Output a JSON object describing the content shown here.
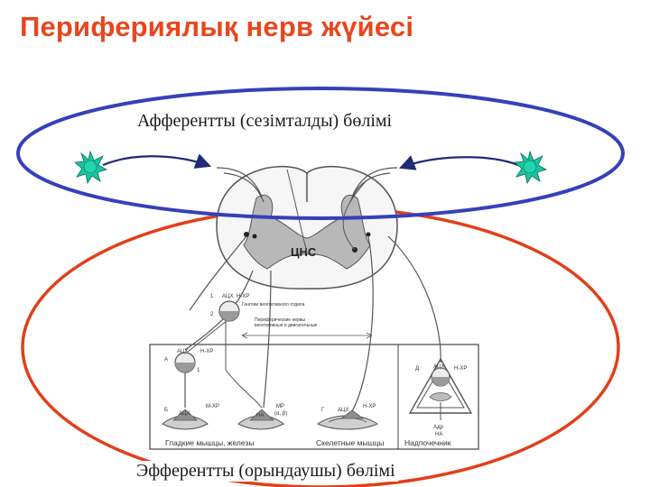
{
  "title": "Перифериялық нерв жүйесі",
  "afferent_label": "Афферентты (сезімталды) бөлімі",
  "efferent_label": "Эфферентты (орындаушы) бөлімі",
  "scheme": {
    "cns_label": "ЦНС",
    "nucleus_1": "1",
    "nucleus_2": "2",
    "ganglion_label": "Ганглии вегетативного отдела",
    "nerves_label_1": "Периферические нервы",
    "nerves_label_2": "вегетативные и двигательные",
    "receptor_ah": "АЦХ",
    "receptor_hxr": "Н-ХР",
    "receptor_mxr": "М-ХР",
    "receptor_mr": "МР",
    "receptor_na": "НА",
    "receptor_ad": "Адр",
    "receptor_ab": "(α, β)",
    "sec_a": "А",
    "sec_b": "Б",
    "sec_v": "В",
    "sec_g": "Г",
    "sec_d": "Д",
    "caption_smooth": "Гладкие мышцы, железы",
    "caption_skeletal": "Скелетные мышцы",
    "caption_adrenal": "Надпочечник"
  },
  "colors": {
    "title": "#e8461d",
    "afferent_ellipse": "#3540b8",
    "efferent_ellipse": "#e0401a",
    "receptor_star": "#19c4a0",
    "arrow": "#1f2a78"
  }
}
